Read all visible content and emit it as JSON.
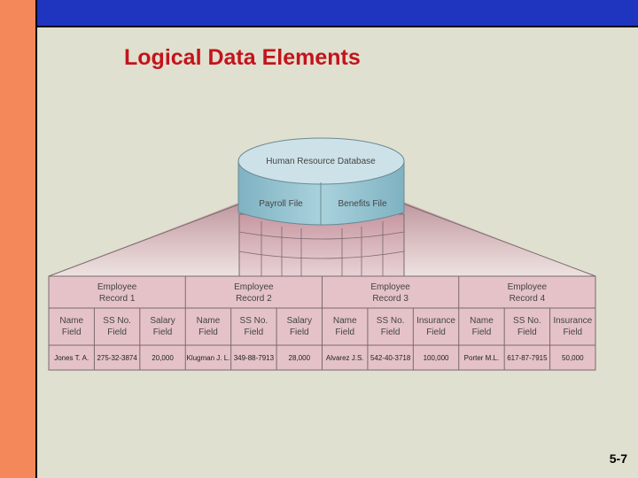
{
  "slide": {
    "title": "Logical Data Elements",
    "page_number": "5-7"
  },
  "diagram": {
    "database_label": "Human Resource Database",
    "files": [
      "Payroll File",
      "Benefits File"
    ],
    "records": [
      {
        "label_line1": "Employee",
        "label_line2": "Record 1",
        "fields": [
          {
            "l1": "Name",
            "l2": "Field"
          },
          {
            "l1": "SS No.",
            "l2": "Field"
          },
          {
            "l1": "Salary",
            "l2": "Field"
          }
        ],
        "values": [
          "Jones T. A.",
          "275-32-3874",
          "20,000"
        ]
      },
      {
        "label_line1": "Employee",
        "label_line2": "Record 2",
        "fields": [
          {
            "l1": "Name",
            "l2": "Field"
          },
          {
            "l1": "SS No.",
            "l2": "Field"
          },
          {
            "l1": "Salary",
            "l2": "Field"
          }
        ],
        "values": [
          "Klugman J. L.",
          "349-88-7913",
          "28,000"
        ]
      },
      {
        "label_line1": "Employee",
        "label_line2": "Record 3",
        "fields": [
          {
            "l1": "Name",
            "l2": "Field"
          },
          {
            "l1": "SS No.",
            "l2": "Field"
          },
          {
            "l1": "Insurance",
            "l2": "Field"
          }
        ],
        "values": [
          "Alvarez J.S.",
          "542-40-3718",
          "100,000"
        ]
      },
      {
        "label_line1": "Employee",
        "label_line2": "Record 4",
        "fields": [
          {
            "l1": "Name",
            "l2": "Field"
          },
          {
            "l1": "SS No.",
            "l2": "Field"
          },
          {
            "l1": "Insurance",
            "l2": "Field"
          }
        ],
        "values": [
          "Porter M.L.",
          "617-87-7915",
          "50,000"
        ]
      }
    ]
  },
  "colors": {
    "title": "#c4131c",
    "sidebar": "#f5885a",
    "corner": "#dd1010",
    "topbar": "#1f35c0",
    "cylinder_top": "#cde2e8",
    "cylinder_body": "#8fc0ce",
    "table_pink": "#e4c2c8"
  }
}
